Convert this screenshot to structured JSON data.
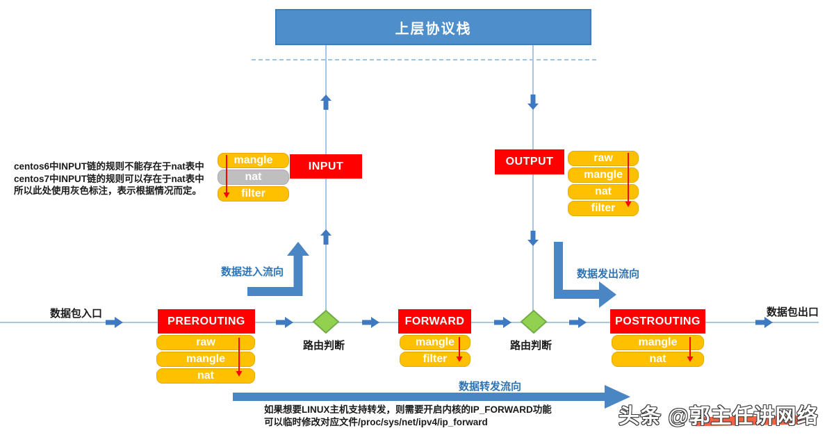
{
  "colors": {
    "box_blue": "#4D8ECB",
    "chain_red": "#FF0000",
    "table_orange": "#FFC000",
    "table_gray": "#BFBFBF",
    "diamond_green": "#92D050",
    "connector_blue": "#A5C7E5",
    "arrow_blue": "#3E79C1",
    "label_blue": "#2E74B5",
    "table_arrow_red": "#FF0000"
  },
  "top_box": {
    "label": "上层协议栈"
  },
  "note_left": {
    "line1": "centos6中INPUT链的规则不能存在于nat表中",
    "line2": "centos7中INPUT链的规则可以存在于nat表中",
    "line3": "所以此处使用灰色标注，表示根据情况而定。"
  },
  "chains": {
    "input": {
      "label": "INPUT",
      "tables": [
        "mangle",
        "nat",
        "filter"
      ]
    },
    "output": {
      "label": "OUTPUT",
      "tables": [
        "raw",
        "mangle",
        "nat",
        "filter"
      ]
    },
    "prerouting": {
      "label": "PREROUTING",
      "tables": [
        "raw",
        "mangle",
        "nat"
      ]
    },
    "forward": {
      "label": "FORWARD",
      "tables": [
        "mangle",
        "filter"
      ]
    },
    "postrouting": {
      "label": "POSTROUTING",
      "tables": [
        "mangle",
        "nat"
      ]
    }
  },
  "flow_labels": {
    "packet_in": "数据包入口",
    "packet_out": "数据包出口",
    "routing_decision_left": "路由判断",
    "routing_decision_right": "路由判断",
    "data_in_flow": "数据进入流向",
    "data_out_flow": "数据发出流向",
    "data_forward_flow": "数据转发流向"
  },
  "note_bottom": {
    "line1": "如果想要LINUX主机支持转发，则需要开启内核的IP_FORWARD功能",
    "line2": "可以临时修改对应文件/proc/sys/net/ipv4/ip_forward"
  },
  "watermark": "头条 @郭主任讲网络"
}
